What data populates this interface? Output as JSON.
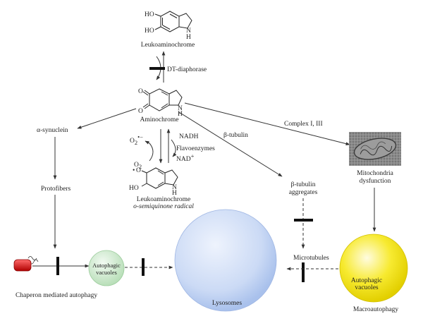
{
  "molecules": {
    "leukoaminochrome": {
      "name": "Leukoaminochrome",
      "oh_top": "HO",
      "oh_bottom": "HO",
      "nh": "N",
      "h": "H"
    },
    "aminochrome": {
      "name": "Aminochrome",
      "o_top": "O",
      "o_bottom": "O",
      "nh": "N",
      "h": "H"
    },
    "semiquinone": {
      "name_line1": "Leukoaminochrome",
      "name_line2": "o-semiquinone radical",
      "o_radical": "O",
      "radical_dot": "•",
      "oh": "HO",
      "nh": "N",
      "h": "H"
    }
  },
  "labels": {
    "dt_diaphorase": "DT-diaphorase",
    "nadh": "NADH",
    "flavoenzymes": "Flavoenzymes",
    "nad": "NAD",
    "nad_sup": "+",
    "superoxide": "O",
    "superoxide_sub": "2",
    "superoxide_sup": "•−",
    "oxygen": "O",
    "oxygen_sub": "2",
    "alpha_synuclein": "α-synuclein",
    "protofibers": "Protofibers",
    "beta_tubulin": "β-tubulin",
    "complex": "Complex I, III",
    "beta_aggregates_1": "β-tubulin",
    "beta_aggregates_2": "aggregates",
    "microtubules": "Microtubules",
    "mito_1": "Mitochondria",
    "mito_2": "dysfunction",
    "autophagic_1": "Autophagic",
    "autophagic_2": "vacuoles",
    "autophagic_yellow_1": "Autophagic",
    "autophagic_yellow_2": "vacuoles",
    "lysosomes": "Lysosomes",
    "chaperon": "Chaperon mediated autophagy",
    "macroautophagy": "Macroautophagy"
  },
  "colors": {
    "lysosome": "#c9d9f5",
    "autophagic_green": "#cfe9cf",
    "autophagic_yellow": "#f5e50a",
    "chaperone_red": "#e02020",
    "line": "#333333"
  },
  "icons": {
    "mitochondria": "mitochondria-micrograph-icon",
    "chaperone": "chaperone-protein-icon"
  }
}
